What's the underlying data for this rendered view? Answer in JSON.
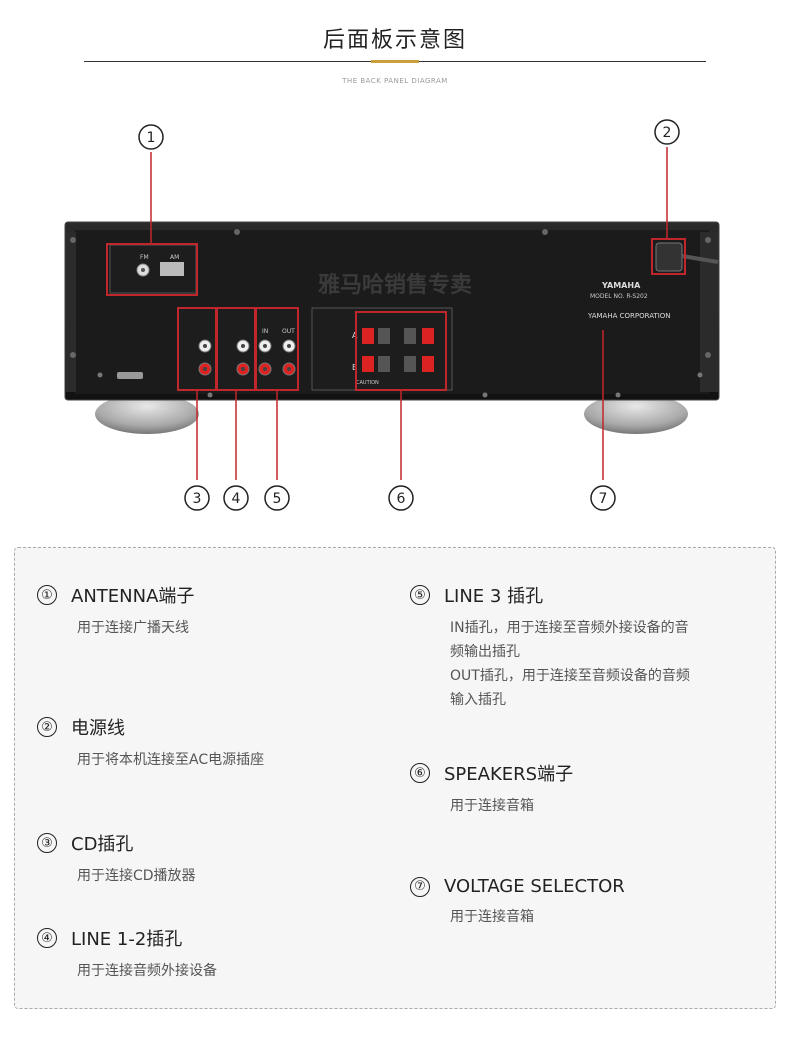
{
  "header": {
    "title": "后面板示意图",
    "subtitle": "THE BACK PANEL DIAGRAM"
  },
  "diagram": {
    "brand": "YAMAHA",
    "model_no": "MODEL NO.  R-S202",
    "corporation": "YAMAHA CORPORATION",
    "antenna_fm": "FM",
    "antenna_am": "AM",
    "speaker_a": "A",
    "speaker_b": "B",
    "line3_in": "IN",
    "line3_out": "OUT",
    "caution": "CAUTION",
    "watermark": "雅马哈销售专卖",
    "callouts": [
      "①",
      "②",
      "③",
      "④",
      "⑤",
      "⑥",
      "⑦"
    ],
    "callout_color": "#c0272d"
  },
  "legend": {
    "items": [
      {
        "num": "①",
        "title": "ANTENNA端子",
        "desc": [
          "用于连接广播天线"
        ]
      },
      {
        "num": "②",
        "title": "电源线",
        "desc": [
          "用于将本机连接至AC电源插座"
        ]
      },
      {
        "num": "③",
        "title": "CD插孔",
        "desc": [
          "用于连接CD播放器"
        ]
      },
      {
        "num": "④",
        "title": "LINE 1-2插孔",
        "desc": [
          "用于连接音频外接设备"
        ]
      },
      {
        "num": "⑤",
        "title": "LINE 3 插孔",
        "desc": [
          "IN插孔，用于连接至音频外接设备的音",
          "频输出插孔",
          "OUT插孔，用于连接至音频设备的音频",
          "输入插孔"
        ]
      },
      {
        "num": "⑥",
        "title": "SPEAKERS端子",
        "desc": [
          "用于连接音箱"
        ]
      },
      {
        "num": "⑦",
        "title": "VOLTAGE SELECTOR",
        "desc": [
          "用于连接音箱"
        ]
      }
    ]
  }
}
